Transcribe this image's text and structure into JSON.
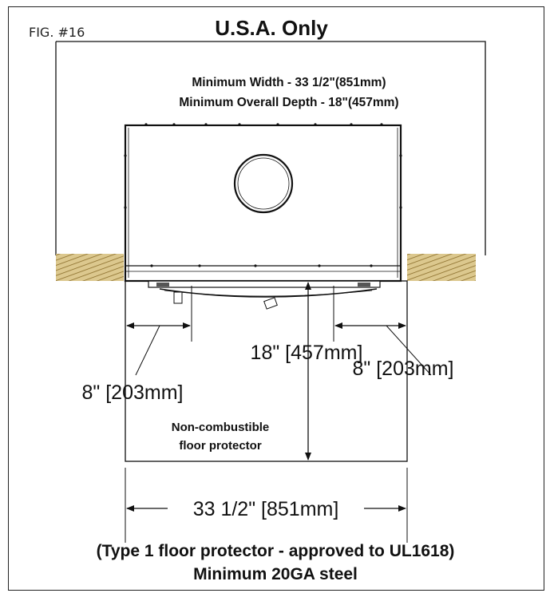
{
  "figure": {
    "fig_label": "FIG. #16",
    "title": "U.S.A. Only",
    "spec_lines": [
      "Minimum Width - 33 1/2\"(851mm)",
      "Minimum Overall Depth - 18\"(457mm)"
    ],
    "dimensions": {
      "left_side": "8\" [203mm]",
      "right_side": "8\" [203mm]",
      "depth": "18\" [457mm]",
      "width": "33 1/2\" [851mm]"
    },
    "floor_label_lines": [
      "Non-combustible",
      "floor protector"
    ],
    "footer_lines": [
      "(Type 1 floor protector - approved to UL1618)",
      "Minimum 20GA steel"
    ],
    "colors": {
      "hearth_hatch": "#d9c58a",
      "hatch_line": "#8a6d2a",
      "line": "#111111"
    }
  }
}
